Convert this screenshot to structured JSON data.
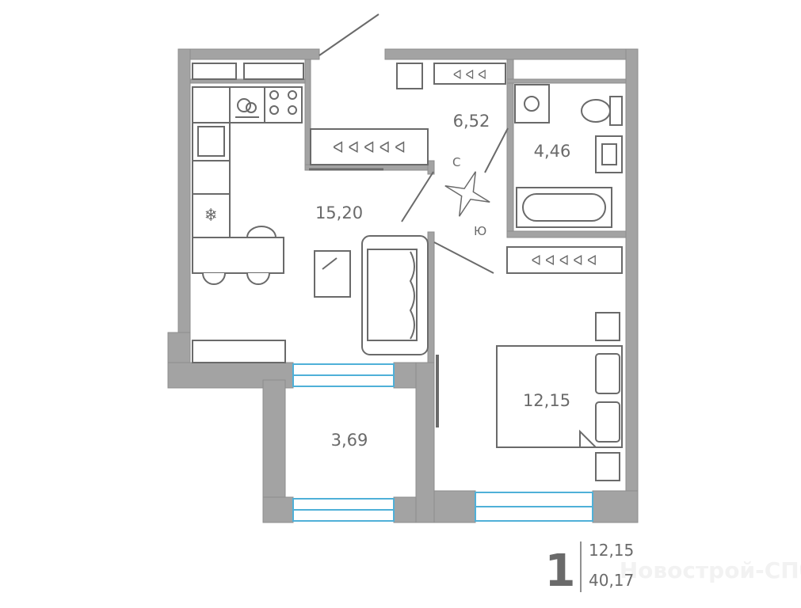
{
  "plan": {
    "rooms": {
      "kitchen_living": "15,20",
      "hall": "6,52",
      "bathroom": "4,46",
      "bedroom": "12,15",
      "balcony": "3,69"
    },
    "compass": {
      "north": "С",
      "south": "Ю"
    }
  },
  "summary": {
    "room_count": "1",
    "living_area": "12,15",
    "total_area": "40,17"
  },
  "watermark": "Новострой-СПб",
  "colors": {
    "wall": "#a3a3a3",
    "line": "#6a6a6a",
    "window": "#4fb0d8"
  }
}
